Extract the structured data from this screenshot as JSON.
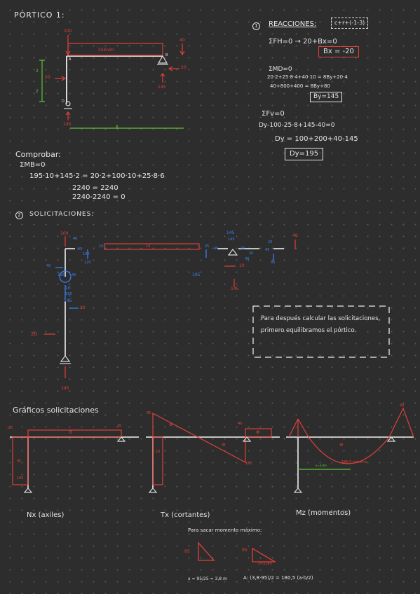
{
  "frame": {
    "title": "PÓRTICO 1:",
    "load_top": "100",
    "load_right": "40",
    "dist_load": "25kn/m",
    "h_force": "20",
    "react_right_h": "20",
    "react_right_v": "145",
    "react_left_v": "145",
    "dim_horiz": "8",
    "dim_vert_1": "2",
    "dim_vert_2": "2",
    "node_a": "A",
    "node_b": "B",
    "node_d": "D"
  },
  "reactions": {
    "header_num": "1",
    "header": "REACCIONES:",
    "gh_formula": "c+r+(-1-3)",
    "eq1": "ΣFH=0 → 20+Bx=0",
    "eq1_result": "Bx = -20",
    "eq2": "ΣMD=0",
    "eq3": "20·2+25·8·4+40·10 = 8By+20·4",
    "eq4": "40+800+400 = 8By+80",
    "eq4_result": "By=145",
    "eq5": "ΣFv=0",
    "eq6": "Dy-100-25·8+145-40=0",
    "eq7": "Dy = 100+200+40-145",
    "eq7_result": "Dy=195"
  },
  "check": {
    "title": "Comprobar:",
    "eq1": "ΣMB=0",
    "eq2": "195·10+145·2 = 20·2+100·10+25·8·6",
    "eq3": "2240 = 2240",
    "eq4": "2240-2240 = 0"
  },
  "solicitations": {
    "header_num": "2",
    "header": "SOLICITACIONES:",
    "labels_red": [
      "100",
      "40",
      "20",
      "145",
      "20",
      "145",
      "10",
      "10"
    ],
    "labels_blue": [
      "195",
      "40",
      "40",
      "120",
      "40",
      "10",
      "10",
      "25",
      "195",
      "40",
      "145",
      "40",
      "40",
      "145",
      "100",
      "40",
      "20",
      "195",
      "20",
      "145",
      "40",
      "45"
    ],
    "note": "Para después calcular las solicitaciones, primero equilibramos el pórtico."
  },
  "graphs": {
    "title": "Gráficos solicitaciones",
    "nx_label": "Nx (axiles)",
    "tx_label": "Tx (cortantes)",
    "mz_label": "Mz (momentos)",
    "nx_vals": [
      "-20",
      "20",
      "195"
    ],
    "tx_vals": [
      "95",
      "10",
      "40",
      "105"
    ],
    "mz_vals": [
      "40",
      "180,5 máximo",
      "x=3,8m"
    ],
    "signs": [
      "⊖",
      "⊖",
      "⊕",
      "⊕",
      "⊖",
      "⊖"
    ]
  },
  "max_moment": {
    "title": "Para sacar momento máximo:",
    "tri1_val": "95",
    "tri2_val": "95",
    "tri2_base": "x=3,8m",
    "formula_x": "x = 95/25 = 3,8 m",
    "formula_a": "A: (3,8·95)/2 = 180,5 (a·b/2)"
  }
}
